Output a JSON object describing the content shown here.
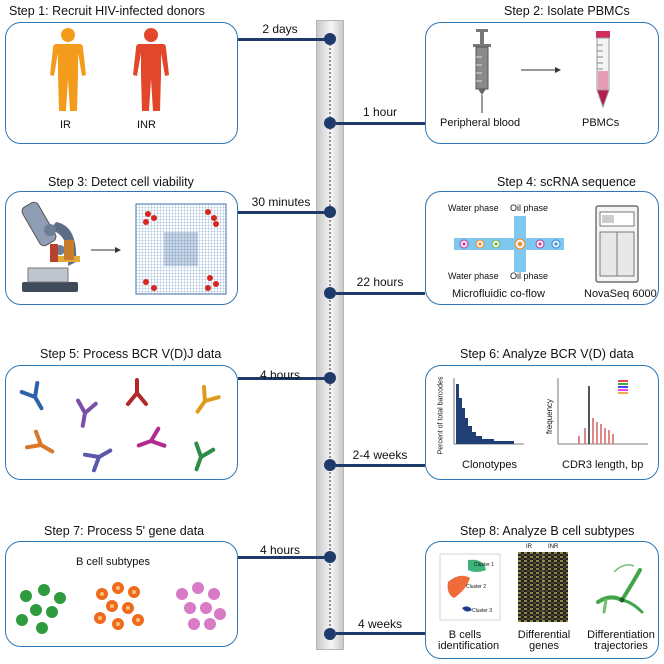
{
  "steps": [
    {
      "title": "Step 1: Recruit HIV-infected donors",
      "time": "2 days",
      "labels": [
        "IR",
        "INR"
      ]
    },
    {
      "title": "Step 2: Isolate PBMCs",
      "time": "1 hour",
      "labels": [
        "Peripheral blood",
        "PBMCs"
      ]
    },
    {
      "title": "Step 3: Detect cell viability",
      "time": "30 minutes"
    },
    {
      "title": "Step 4: scRNA sequence",
      "time": "22 hours",
      "labels": [
        "Water phase",
        "Oil phase",
        "Water phase",
        "Oil phase",
        "Microfluidic co-flow",
        "NovaSeq 6000"
      ]
    },
    {
      "title": "Step 5: Process BCR V(D)J data",
      "time": "4 hours"
    },
    {
      "title": "Step 6: Analyze BCR V(D) data",
      "time": "2-4 weeks",
      "labels": [
        "Percent of total barcodes",
        "Clonotypes",
        "frequency",
        "CDR3 length, bp"
      ]
    },
    {
      "title": "Step 7: Process 5' gene data",
      "time": "4 hours",
      "labels": [
        "B cell subtypes"
      ]
    },
    {
      "title": "Step 8: Analyze B cell subtypes",
      "time": "4 weeks",
      "labels": [
        "B cells identification",
        "Differential genes",
        "Differentiation trajectories",
        "Cluster 1",
        "Cluster 2",
        "Cluster 3",
        "IR",
        "INR"
      ]
    }
  ],
  "colors": {
    "box_border": "#2e78b7",
    "connector": "#1d3a6b",
    "ir_body": "#f39c1b",
    "inr_body": "#e2462b"
  }
}
